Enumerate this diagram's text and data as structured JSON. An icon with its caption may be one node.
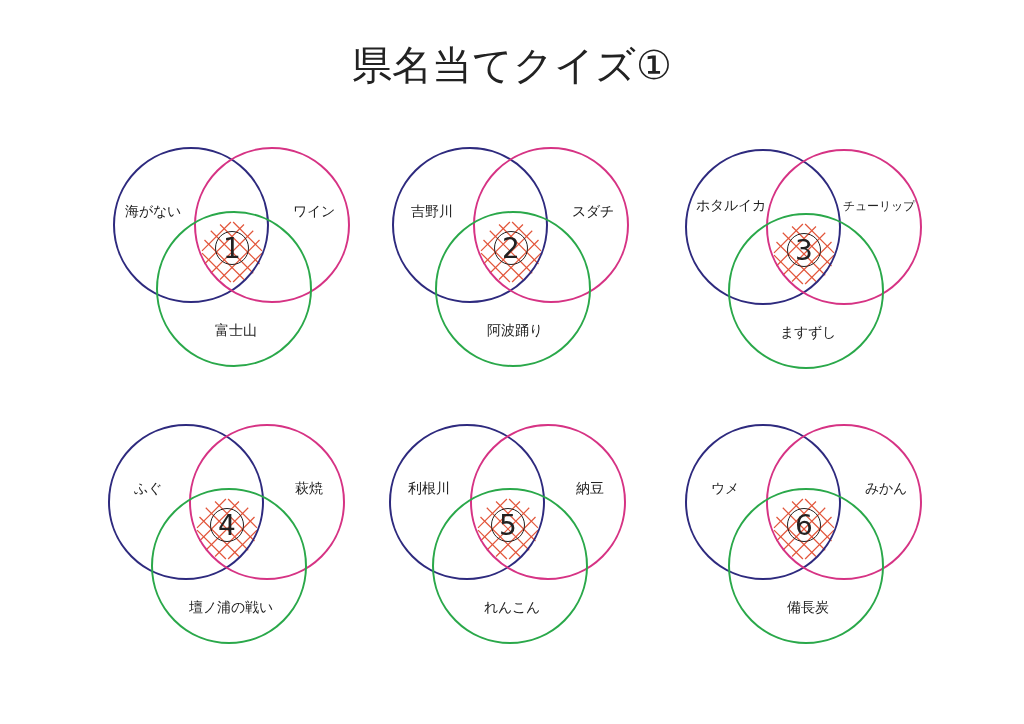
{
  "diagram": {
    "title": "県名当てクイズ①",
    "nodes": [
      {
        "text": [
          "海がない"
        ]
      },
      {
        "text": [
          "ワイン"
        ]
      },
      {
        "text": [
          "富士山"
        ]
      },
      {
        "text": [
          "1"
        ]
      },
      {
        "text": [
          "吉野川"
        ]
      },
      {
        "text": [
          "スダチ"
        ]
      },
      {
        "text": [
          "阿波踊り"
        ]
      },
      {
        "text": [
          "2"
        ]
      },
      {
        "text": [
          "ホタルイカ"
        ]
      },
      {
        "text": [
          "チューリップ"
        ]
      },
      {
        "text": [
          "ますずし"
        ]
      },
      {
        "text": [
          "3"
        ]
      },
      {
        "text": [
          "ふぐ"
        ]
      },
      {
        "text": [
          "萩焼"
        ]
      },
      {
        "text": [
          "壇ノ浦の戦い"
        ]
      },
      {
        "text": [
          "4"
        ]
      },
      {
        "text": [
          "利根川"
        ]
      },
      {
        "text": [
          "納豆"
        ]
      },
      {
        "text": [
          "れんこん"
        ]
      },
      {
        "text": [
          "5"
        ]
      },
      {
        "text": [
          "ウメ"
        ]
      },
      {
        "text": [
          "みかん"
        ]
      },
      {
        "text": [
          "備長炭"
        ]
      },
      {
        "text": [
          "6"
        ]
      }
    ]
  }
}
